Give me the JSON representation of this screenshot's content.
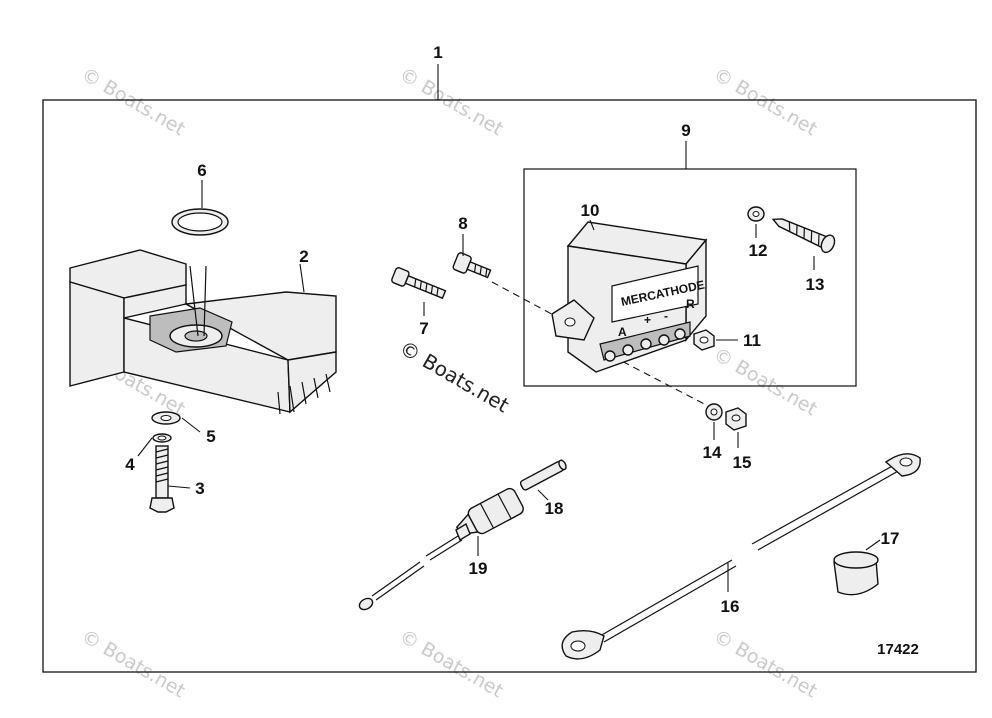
{
  "diagram": {
    "frame_id": "17422",
    "callouts": [
      "1",
      "2",
      "3",
      "4",
      "5",
      "6",
      "7",
      "8",
      "9",
      "10",
      "11",
      "12",
      "13",
      "14",
      "15",
      "16",
      "17",
      "18",
      "19"
    ],
    "module_brand": "MERCATHODE",
    "module_terminals": [
      "A",
      "+",
      "-",
      "R"
    ],
    "watermark": "© Boats.net",
    "colors": {
      "line": "#111111",
      "part_fill": "#eeeeee",
      "watermark": "#c9c9c9"
    }
  }
}
